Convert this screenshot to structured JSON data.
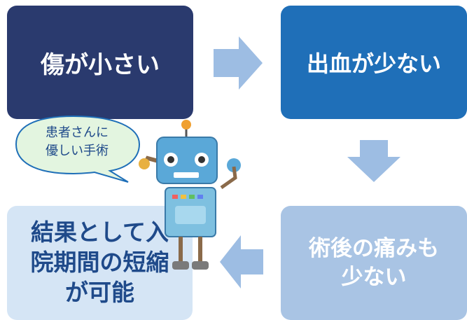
{
  "boxes": {
    "small_wound": "傷が小さい",
    "less_bleeding": "出血が少ない",
    "less_pain_line1": "術後の痛みも",
    "less_pain_line2": "少ない",
    "shorter_stay_line1": "結果として入",
    "shorter_stay_line2": "院期間の短縮",
    "shorter_stay_line3": "が可能"
  },
  "speech_bubble": {
    "line1": "患者さんに",
    "line2": "優しい手術"
  },
  "icons": {
    "flow_arrows": "arrow",
    "mascot": "robot"
  },
  "colors": {
    "box1": "#2a3a6e",
    "box2": "#1f6fb8",
    "box3": "#a9c4e4",
    "box4": "#d5e5f5",
    "arrow": "#9dbde3",
    "text_dark": "#1f4a8a"
  }
}
